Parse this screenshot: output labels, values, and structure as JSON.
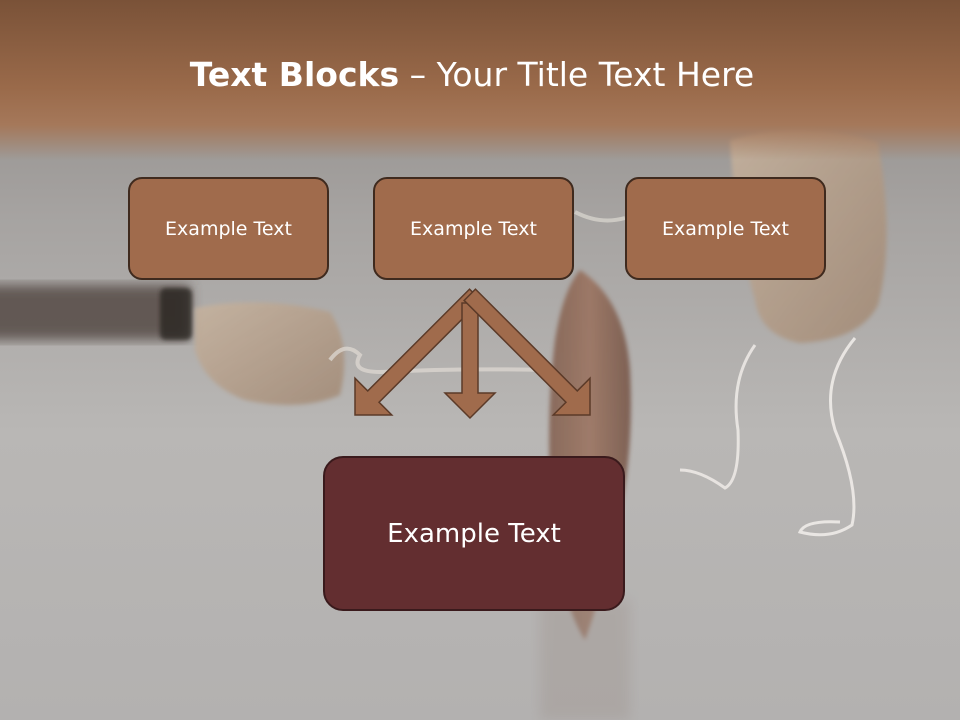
{
  "title": {
    "bold": "Text Blocks",
    "separator": " – ",
    "rest": "Your Title Text Here"
  },
  "blocks": {
    "top_left": "Example Text",
    "top_center": "Example Text",
    "top_right": "Example Text",
    "bottom": "Example Text"
  },
  "colors": {
    "title_band": "#9a6a4a",
    "box_fill": "#a06b4c",
    "bottom_box_fill": "#632e30",
    "arrow_fill": "#a06b4c"
  }
}
